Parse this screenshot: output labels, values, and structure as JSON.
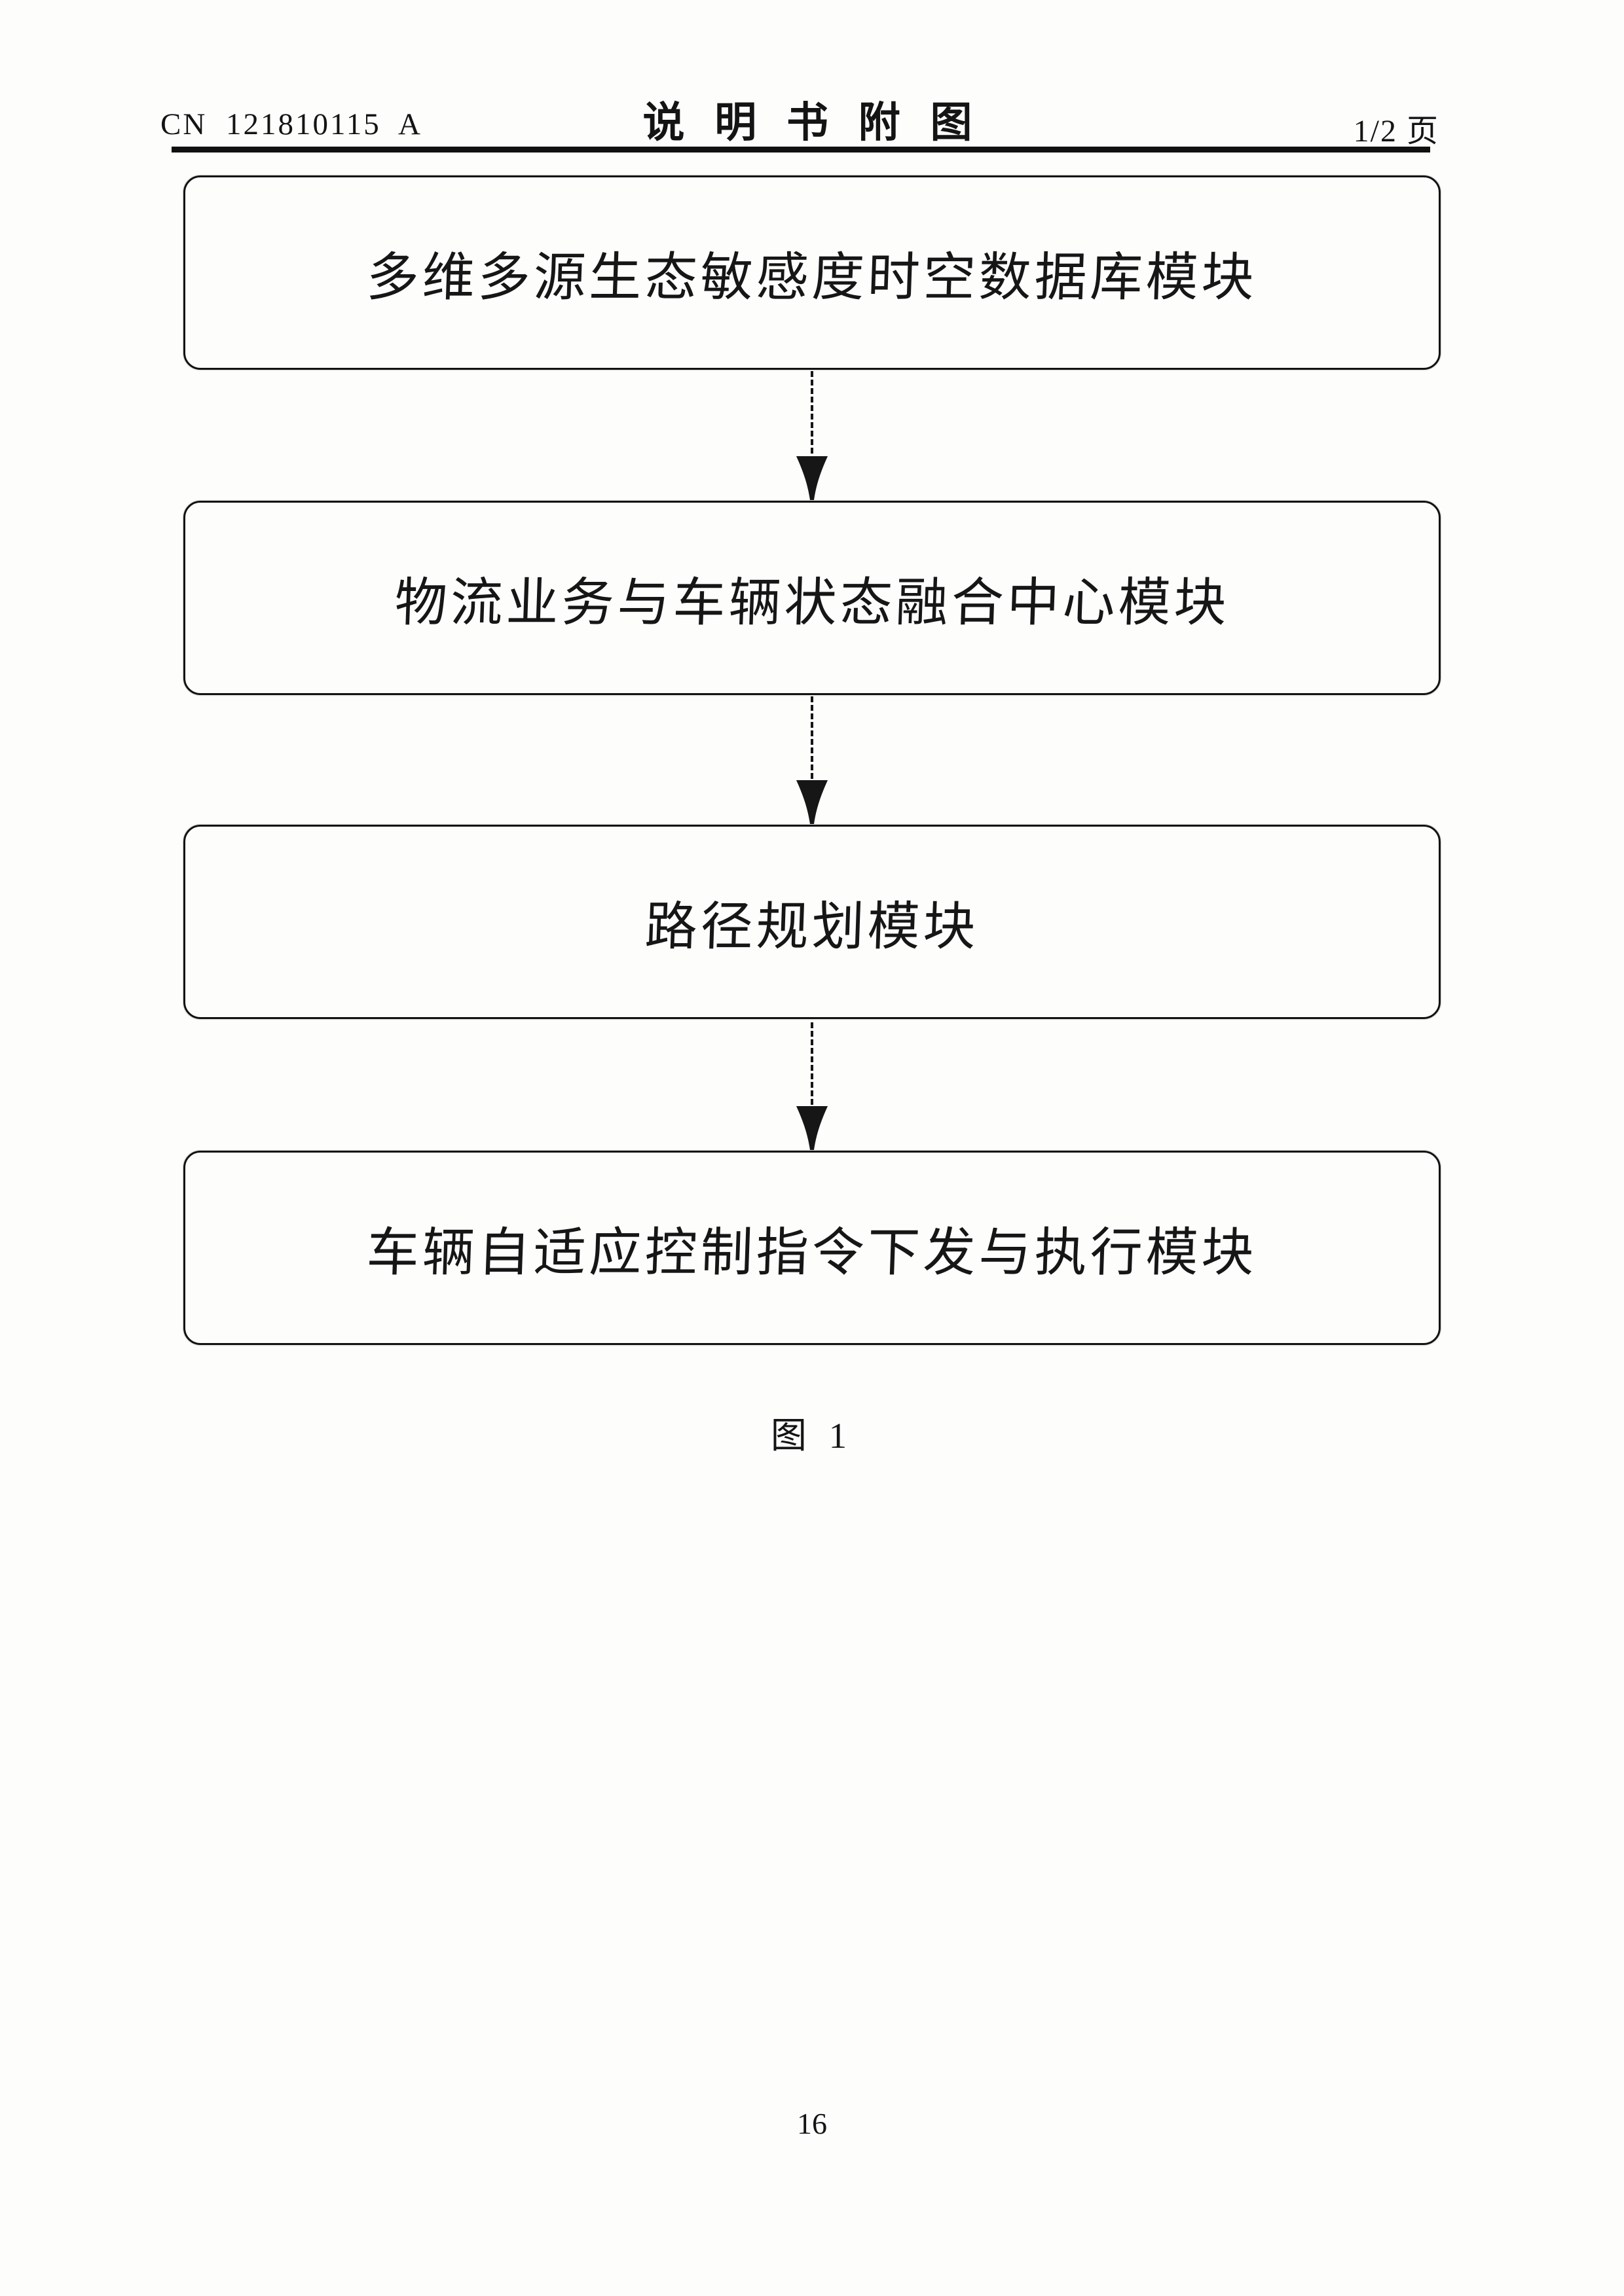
{
  "header": {
    "patent_number": "CN 121810115 A",
    "doc_title": "说 明 书 附 图",
    "page_indicator": "1/2 页"
  },
  "figure": {
    "type": "flowchart",
    "caption": "图 1",
    "boxes": [
      {
        "id": 1,
        "label": "多维多源生态敏感度时空数据库模块"
      },
      {
        "id": 2,
        "label": "物流业务与车辆状态融合中心模块"
      },
      {
        "id": 3,
        "label": "路径规划模块"
      },
      {
        "id": 4,
        "label": "车辆自适应控制指令下发与执行模块"
      }
    ],
    "connectors": [
      {
        "from": 1,
        "to": 2,
        "direction": "down"
      },
      {
        "from": 2,
        "to": 3,
        "direction": "down"
      },
      {
        "from": 3,
        "to": 4,
        "direction": "down"
      }
    ]
  },
  "footer": {
    "page_number": "16"
  },
  "colors": {
    "ink": "#141414",
    "background": "#fdfdfc"
  }
}
